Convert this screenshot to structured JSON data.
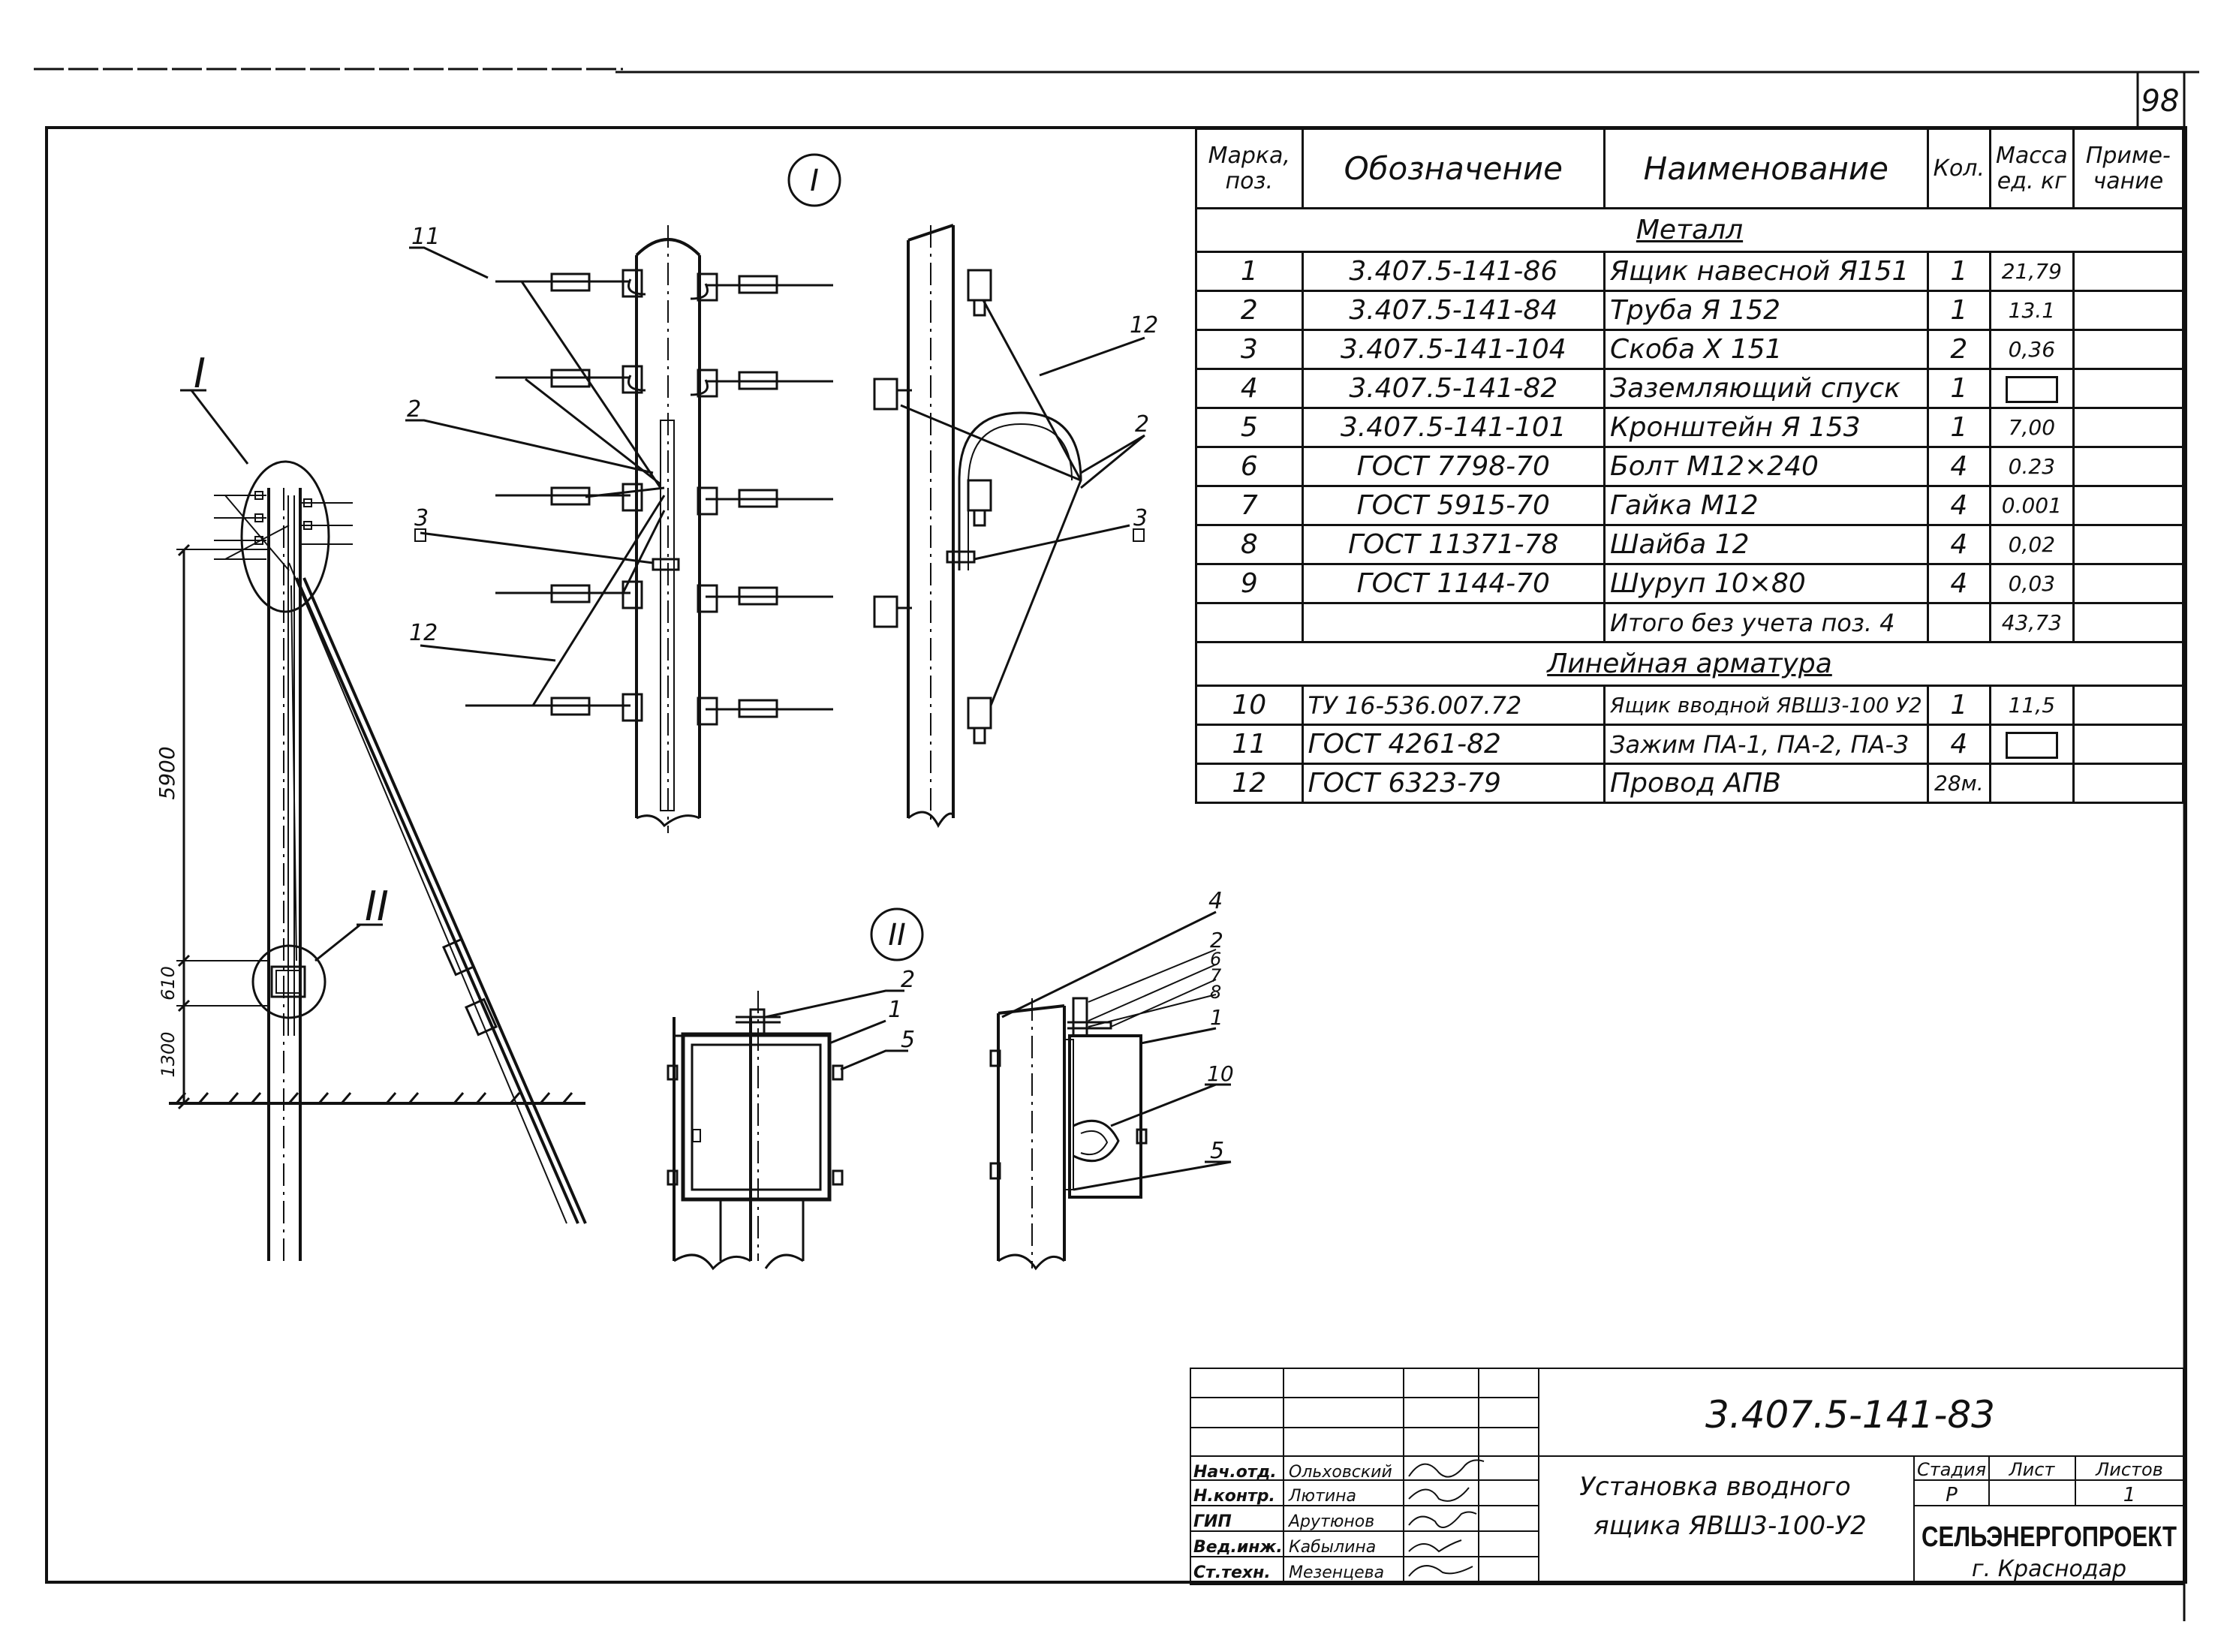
{
  "page_number": "98",
  "views": {
    "view_1_label": "I",
    "view_2_label": "II"
  },
  "callouts": {
    "elev_I": "I",
    "elev_II": "II",
    "v1_11": "11",
    "v1_2": "2",
    "v1_3": "3",
    "v1_12": "12",
    "v1s_12": "12",
    "v1s_2": "2",
    "v1s_3": "3",
    "v2_2": "2",
    "v2_1": "1",
    "v2_5": "5",
    "v2s_4": "4",
    "v2s_2": "2",
    "v2s_6": "6",
    "v2s_7": "7",
    "v2s_8": "8",
    "v2s_1": "1",
    "v2s_10": "10",
    "v2s_5": "5"
  },
  "dimensions": {
    "d1": "5900",
    "d2": "610",
    "d3": "1300"
  },
  "spec_table": {
    "headers": {
      "mark": "Марка, поз.",
      "designation": "Обозначение",
      "name": "Наименование",
      "qty": "Кол.",
      "mass": "Масса ед. кг",
      "note": "Приме- чание"
    },
    "section_metal": "Металл",
    "section_fittings": "Линейная арматура",
    "metal_rows": [
      {
        "pos": "1",
        "designation": "3.407.5-141-86",
        "name": "Ящик навесной Я151",
        "qty": "1",
        "mass": "21,79",
        "note": ""
      },
      {
        "pos": "2",
        "designation": "3.407.5-141-84",
        "name": "Труба Я 152",
        "qty": "1",
        "mass": "13.1",
        "note": ""
      },
      {
        "pos": "3",
        "designation": "3.407.5-141-104",
        "name": "Скоба X 151",
        "qty": "2",
        "mass": "0,36",
        "note": ""
      },
      {
        "pos": "4",
        "designation": "3.407.5-141-82",
        "name": "Заземляющий спуск",
        "qty": "1",
        "mass": "",
        "note": ""
      },
      {
        "pos": "5",
        "designation": "3.407.5-141-101",
        "name": "Кронштейн Я 153",
        "qty": "1",
        "mass": "7,00",
        "note": ""
      },
      {
        "pos": "6",
        "designation": "ГОСТ 7798-70",
        "name": "Болт М12×240",
        "qty": "4",
        "mass": "0.23",
        "note": ""
      },
      {
        "pos": "7",
        "designation": "ГОСТ 5915-70",
        "name": "Гайка М12",
        "qty": "4",
        "mass": "0.001",
        "note": ""
      },
      {
        "pos": "8",
        "designation": "ГОСТ 11371-78",
        "name": "Шайба 12",
        "qty": "4",
        "mass": "0,02",
        "note": ""
      },
      {
        "pos": "9",
        "designation": "ГОСТ 1144-70",
        "name": "Шуруп 10×80",
        "qty": "4",
        "mass": "0,03",
        "note": ""
      }
    ],
    "total_row": {
      "name": "Итого без учета поз. 4",
      "mass": "43,73"
    },
    "fitting_rows": [
      {
        "pos": "10",
        "designation": "ТУ 16-536.007.72",
        "name": "Ящик вводной ЯВШ3-100 У2",
        "qty": "1",
        "mass": "11,5",
        "note": ""
      },
      {
        "pos": "11",
        "designation": "ГОСТ 4261-82",
        "name": "Зажим ПА-1, ПА-2, ПА-3",
        "qty": "4",
        "mass": "",
        "note": ""
      },
      {
        "pos": "12",
        "designation": "ГОСТ 6323-79",
        "name": "Провод АПВ",
        "qty": "28м.",
        "mass": "",
        "note": ""
      }
    ]
  },
  "title_block": {
    "doc_code": "3.407.5-141-83",
    "title_line1": "Установка вводного",
    "title_line2": "ящика ЯВШ3-100-У2",
    "stage_label": "Стадия",
    "sheet_label": "Лист",
    "sheets_label": "Листов",
    "stage_value": "Р",
    "sheet_value": "",
    "sheets_value": "1",
    "org_name": "СЕЛЬЭНЕРГОПРОЕКТ",
    "org_city": "г. Краснодар",
    "staff": [
      {
        "role": "Нач.отд.",
        "name": "Ольховский"
      },
      {
        "role": "Н.контр.",
        "name": "Лютина"
      },
      {
        "role": "ГИП",
        "name": "Арутюнов"
      },
      {
        "role": "Вед.инж.",
        "name": "Кабылина"
      },
      {
        "role": "Ст.техн.",
        "name": "Мезенцева"
      }
    ]
  }
}
